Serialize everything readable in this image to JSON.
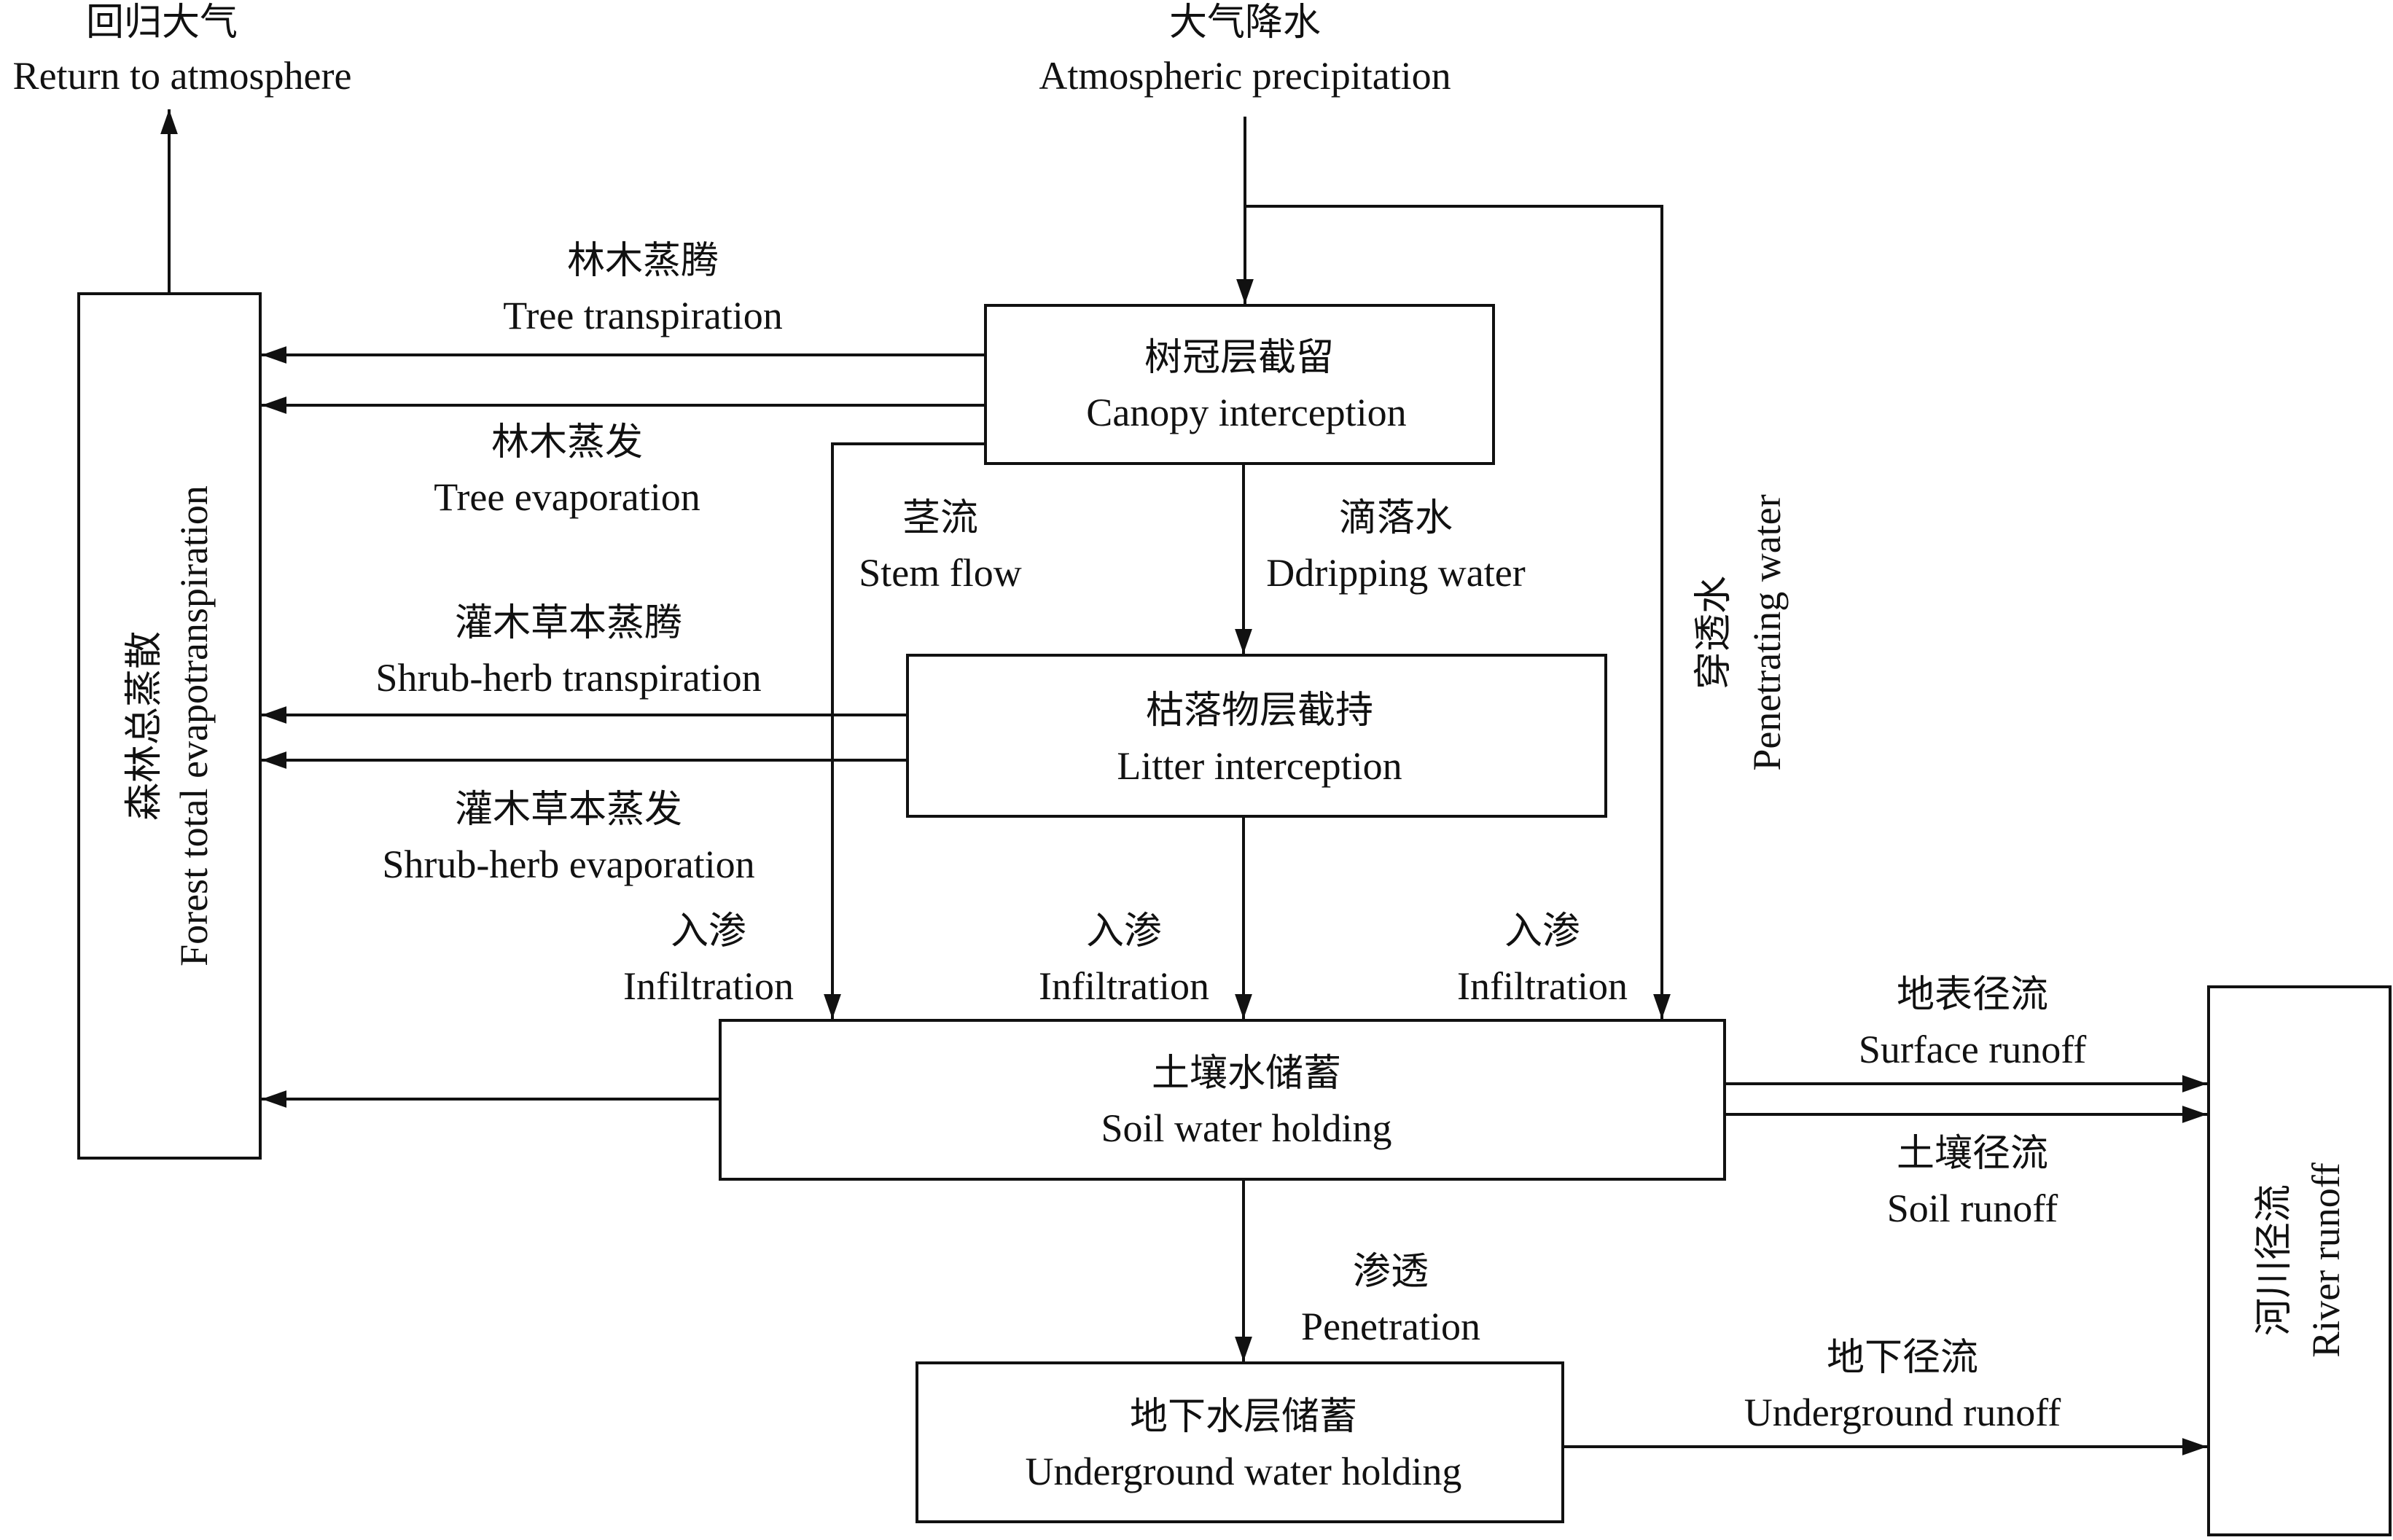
{
  "nodes": {
    "canopy": {
      "zh": "树冠层截留",
      "en": "Canopy interception"
    },
    "litter": {
      "zh": "枯落物层截持",
      "en": "Litter interception"
    },
    "soil": {
      "zh": "土壤水储蓄",
      "en": "Soil water holding"
    },
    "underground": {
      "zh": "地下水层储蓄",
      "en": "Underground water holding"
    },
    "forest_et": {
      "zh": "森林总蒸散",
      "en": "Forest total evapotranspiration"
    },
    "river": {
      "zh": "河川径流",
      "en": "River runoff"
    }
  },
  "labels": {
    "return_atmosphere": {
      "zh": "回归大气",
      "en": "Return to atmosphere"
    },
    "precipitation": {
      "zh": "大气降水",
      "en": "Atmospheric precipitation"
    },
    "tree_transpiration": {
      "zh": "林木蒸腾",
      "en": "Tree transpiration"
    },
    "tree_evaporation": {
      "zh": "林木蒸发",
      "en": "Tree evaporation"
    },
    "stem_flow": {
      "zh": "茎流",
      "en": "Stem flow"
    },
    "dripping_water": {
      "zh": "滴落水",
      "en": "Ddripping water"
    },
    "penetrating_water": {
      "zh": "穿透水",
      "en": "Penetrating water"
    },
    "shrub_transpiration": {
      "zh": "灌木草本蒸腾",
      "en": "Shrub-herb transpiration"
    },
    "shrub_evaporation": {
      "zh": "灌木草本蒸发",
      "en": "Shrub-herb evaporation"
    },
    "infiltration_left": {
      "zh": "入渗",
      "en": "Infiltration"
    },
    "infiltration_mid": {
      "zh": "入渗",
      "en": "Infiltration"
    },
    "infiltration_right": {
      "zh": "入渗",
      "en": "Infiltration"
    },
    "surface_runoff": {
      "zh": "地表径流",
      "en": "Surface runoff"
    },
    "soil_runoff": {
      "zh": "土壤径流",
      "en": "Soil runoff"
    },
    "penetration": {
      "zh": "渗透",
      "en": "Penetration"
    },
    "underground_runoff": {
      "zh": "地下径流",
      "en": "Underground runoff"
    }
  },
  "colors": {
    "stroke": "#111111",
    "background": "#ffffff"
  }
}
